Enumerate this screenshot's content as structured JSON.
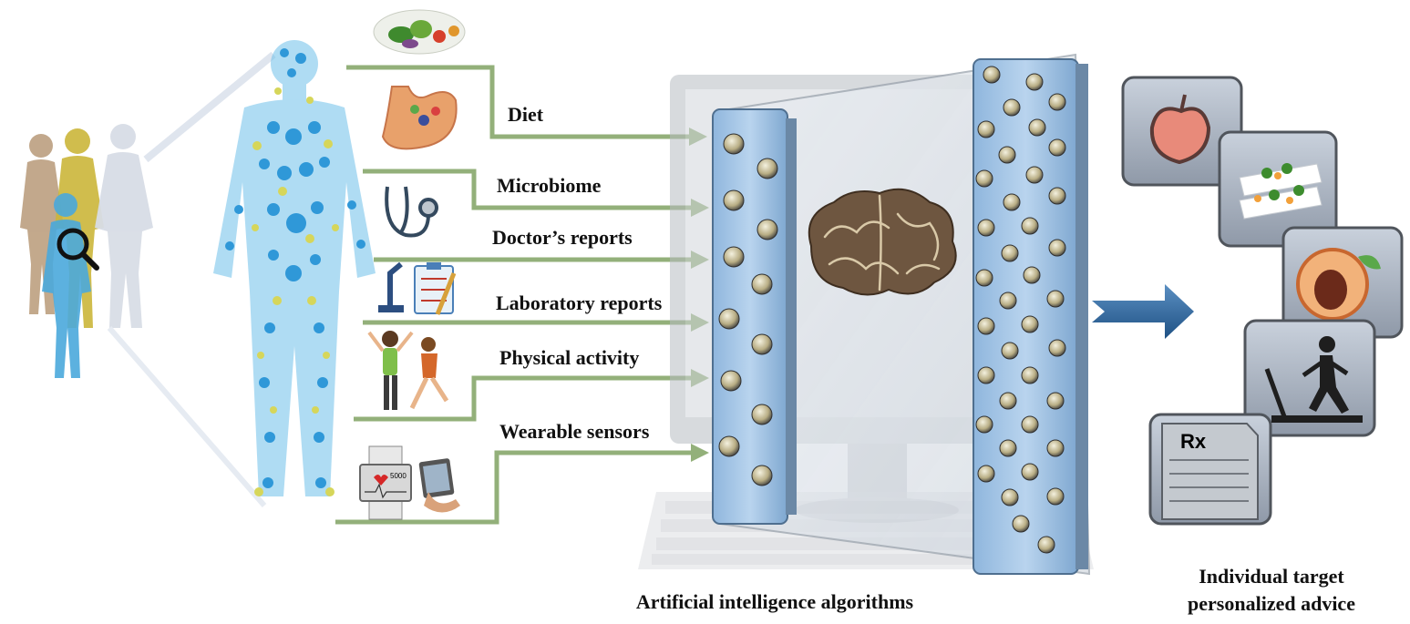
{
  "inputs": [
    {
      "label": "Diet",
      "icon": "vegetables-bowl-icon"
    },
    {
      "label": "Microbiome",
      "icon": "stomach-icon"
    },
    {
      "label": "Doctor’s reports",
      "icon": "stethoscope-icon"
    },
    {
      "label": "Laboratory reports",
      "icon": "microscope-clipboard-icon"
    },
    {
      "label": "Physical activity",
      "icon": "exercising-people-icon"
    },
    {
      "label": "Wearable sensors",
      "icon": "smartwatch-tablet-icon"
    }
  ],
  "ai": {
    "caption": "Artificial intelligence algorithms",
    "icon": "brain-icon"
  },
  "output": {
    "caption_line1": "Individual target",
    "caption_line2": "personalized advice",
    "tiles": [
      {
        "icon": "apple-icon"
      },
      {
        "icon": "salad-plates-icon"
      },
      {
        "icon": "peach-icon"
      },
      {
        "icon": "treadmill-runner-icon"
      },
      {
        "icon": "prescription-icon",
        "text": "Rx"
      }
    ]
  },
  "sensor_readout": "5000",
  "colors": {
    "connector_green": "#93b07a",
    "molecule_blue": "#3fa9df",
    "molecule_yellow": "#d8d85a",
    "panel_blue": "#9ec3e6",
    "arrow_blue": "#2f6ea6",
    "tile_gray": "#a8b0bd"
  }
}
